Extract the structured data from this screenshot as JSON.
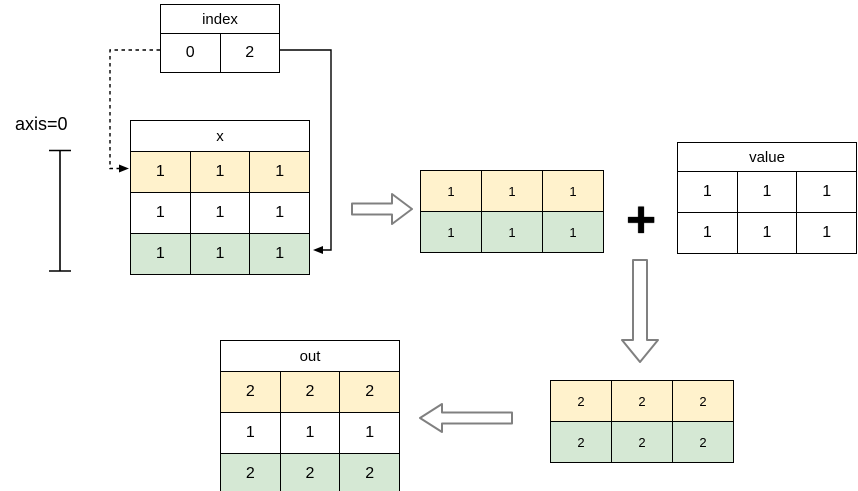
{
  "labels": {
    "axis": "axis=0",
    "plus": "+"
  },
  "colors": {
    "row_highlight_yellow": "#FFF2CC",
    "row_highlight_green": "#D5E8D4",
    "cell_white": "#FFFFFF",
    "table_border": "#000000",
    "connector_line": "#000000",
    "flow_arrow_outline": "#808080"
  },
  "tables": {
    "index": {
      "title": "index",
      "rows": [
        [
          "0",
          "2"
        ]
      ],
      "row_colors": [
        "white"
      ]
    },
    "x": {
      "title": "x",
      "rows": [
        [
          "1",
          "1",
          "1"
        ],
        [
          "1",
          "1",
          "1"
        ],
        [
          "1",
          "1",
          "1"
        ]
      ],
      "row_colors": [
        "yellow",
        "white",
        "green"
      ]
    },
    "gathered": {
      "rows": [
        [
          "1",
          "1",
          "1"
        ],
        [
          "1",
          "1",
          "1"
        ]
      ],
      "row_colors": [
        "yellow",
        "green"
      ]
    },
    "value": {
      "title": "value",
      "rows": [
        [
          "1",
          "1",
          "1"
        ],
        [
          "1",
          "1",
          "1"
        ]
      ],
      "row_colors": [
        "white",
        "white"
      ]
    },
    "sum": {
      "rows": [
        [
          "2",
          "2",
          "2"
        ],
        [
          "2",
          "2",
          "2"
        ]
      ],
      "row_colors": [
        "yellow",
        "green"
      ]
    },
    "out": {
      "title": "out",
      "rows": [
        [
          "2",
          "2",
          "2"
        ],
        [
          "1",
          "1",
          "1"
        ],
        [
          "2",
          "2",
          "2"
        ]
      ],
      "row_colors": [
        "yellow",
        "white",
        "green"
      ]
    }
  },
  "connectors": [
    {
      "from": "index cell 0",
      "to": "x row 1",
      "style": "dashed"
    },
    {
      "from": "index cell 2",
      "to": "x row 3",
      "style": "solid"
    }
  ],
  "icons": {
    "flow_arrows": [
      "right-arrow",
      "down-arrow",
      "left-arrow"
    ]
  }
}
